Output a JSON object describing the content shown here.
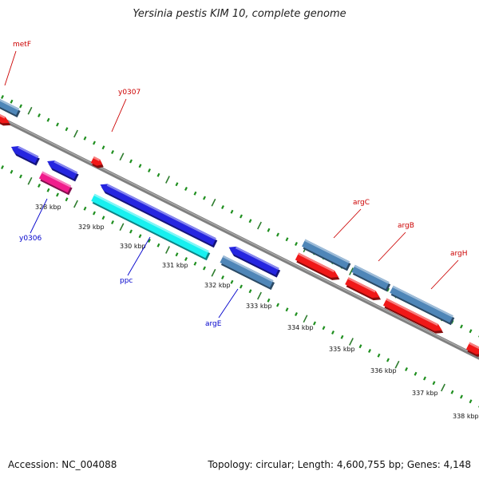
{
  "title": "Yersinia pestis KIM 10, complete genome",
  "footer": {
    "accession": "Accession: NC_004088",
    "summary": "Topology: circular; Length: 4,600,755 bp; Genes: 4,148"
  },
  "colors": {
    "backbone": "#808080",
    "tick_major": "#2e7d2e",
    "tick_minor": "#1f8f1f",
    "fwd_blue": "#2525e0",
    "fwd_red": "#f01818",
    "steel": "#4f86b8",
    "cyan": "#18f0f0",
    "magenta": "#f01c8c",
    "label_red": "#cc0000",
    "label_blue": "#0000cc"
  },
  "ticks": {
    "labels": [
      "328 kbp",
      "329 kbp",
      "330 kbp",
      "331 kbp",
      "332 kbp",
      "333 kbp",
      "334 kbp",
      "335 kbp",
      "336 kbp",
      "337 kbp",
      "338 kbp"
    ]
  },
  "genes": [
    {
      "label": "metF",
      "label_color": "red"
    },
    {
      "label": "y0307",
      "label_color": "red"
    },
    {
      "label": "y0306",
      "label_color": "blue"
    },
    {
      "label": "ppc",
      "label_color": "blue"
    },
    {
      "label": "argE",
      "label_color": "blue"
    },
    {
      "label": "argC",
      "label_color": "red"
    },
    {
      "label": "argB",
      "label_color": "red"
    },
    {
      "label": "argH",
      "label_color": "red"
    }
  ]
}
